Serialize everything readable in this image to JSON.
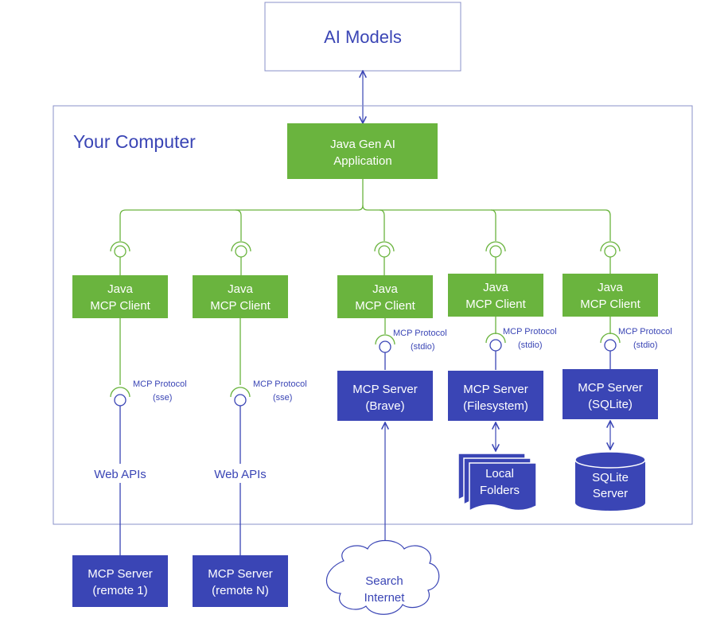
{
  "colors": {
    "green": "#6ab43e",
    "blue": "#3a45b5",
    "border": "#5a63c0",
    "white": "#ffffff"
  },
  "ai_models": "AI Models",
  "computer_label": "Your Computer",
  "app": {
    "line1": "Java Gen AI",
    "line2": "Application"
  },
  "client": {
    "line1": "Java",
    "line2": "MCP Client"
  },
  "protocol_sse": {
    "line1": "MCP Protocol",
    "line2": "(sse)"
  },
  "protocol_stdio": {
    "line1": "MCP Protocol",
    "line2": "(stdio)"
  },
  "web_apis": "Web APIs",
  "server_remote_1": {
    "line1": "MCP Server",
    "line2": "(remote 1)"
  },
  "server_remote_n": {
    "line1": "MCP Server",
    "line2": "(remote N)"
  },
  "server_brave": {
    "line1": "MCP Server",
    "line2": "(Brave)"
  },
  "server_filesystem": {
    "line1": "MCP Server",
    "line2": "(Filesystem)"
  },
  "server_sqlite": {
    "line1": "MCP Server",
    "line2": "(SQLite)"
  },
  "local_folders": {
    "line1": "Local",
    "line2": "Folders"
  },
  "sqlite_server": {
    "line1": "SQLite",
    "line2": "Server"
  },
  "search_internet": {
    "line1": "Search",
    "line2": "Internet"
  }
}
